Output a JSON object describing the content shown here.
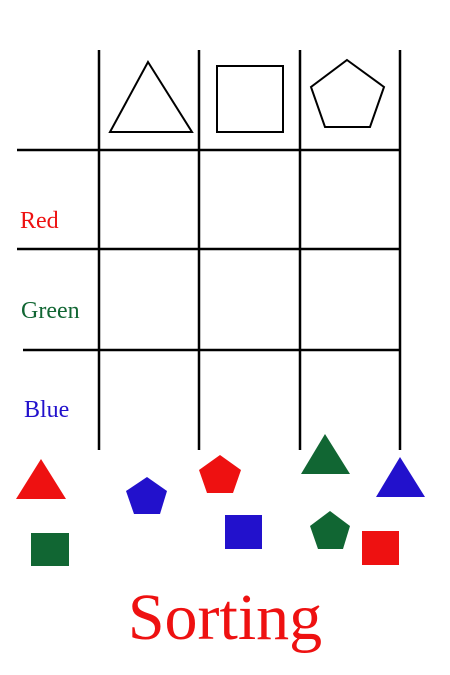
{
  "title": "Sorting",
  "rows": [
    {
      "label": "Red",
      "color": "#ee1111"
    },
    {
      "label": "Green",
      "color": "#116633"
    },
    {
      "label": "Blue",
      "color": "#2211cc"
    }
  ],
  "columns": [
    {
      "shape": "triangle"
    },
    {
      "shape": "square"
    },
    {
      "shape": "pentagon"
    }
  ],
  "pieces": [
    {
      "shape": "triangle",
      "color": "red"
    },
    {
      "shape": "square",
      "color": "green"
    },
    {
      "shape": "pentagon",
      "color": "blue"
    },
    {
      "shape": "pentagon",
      "color": "red"
    },
    {
      "shape": "square",
      "color": "blue"
    },
    {
      "shape": "triangle",
      "color": "green"
    },
    {
      "shape": "pentagon",
      "color": "green"
    },
    {
      "shape": "triangle",
      "color": "blue"
    },
    {
      "shape": "square",
      "color": "red"
    }
  ],
  "colors": {
    "red": "#ee1111",
    "green": "#116633",
    "blue": "#2211cc",
    "lines": "#000000"
  }
}
